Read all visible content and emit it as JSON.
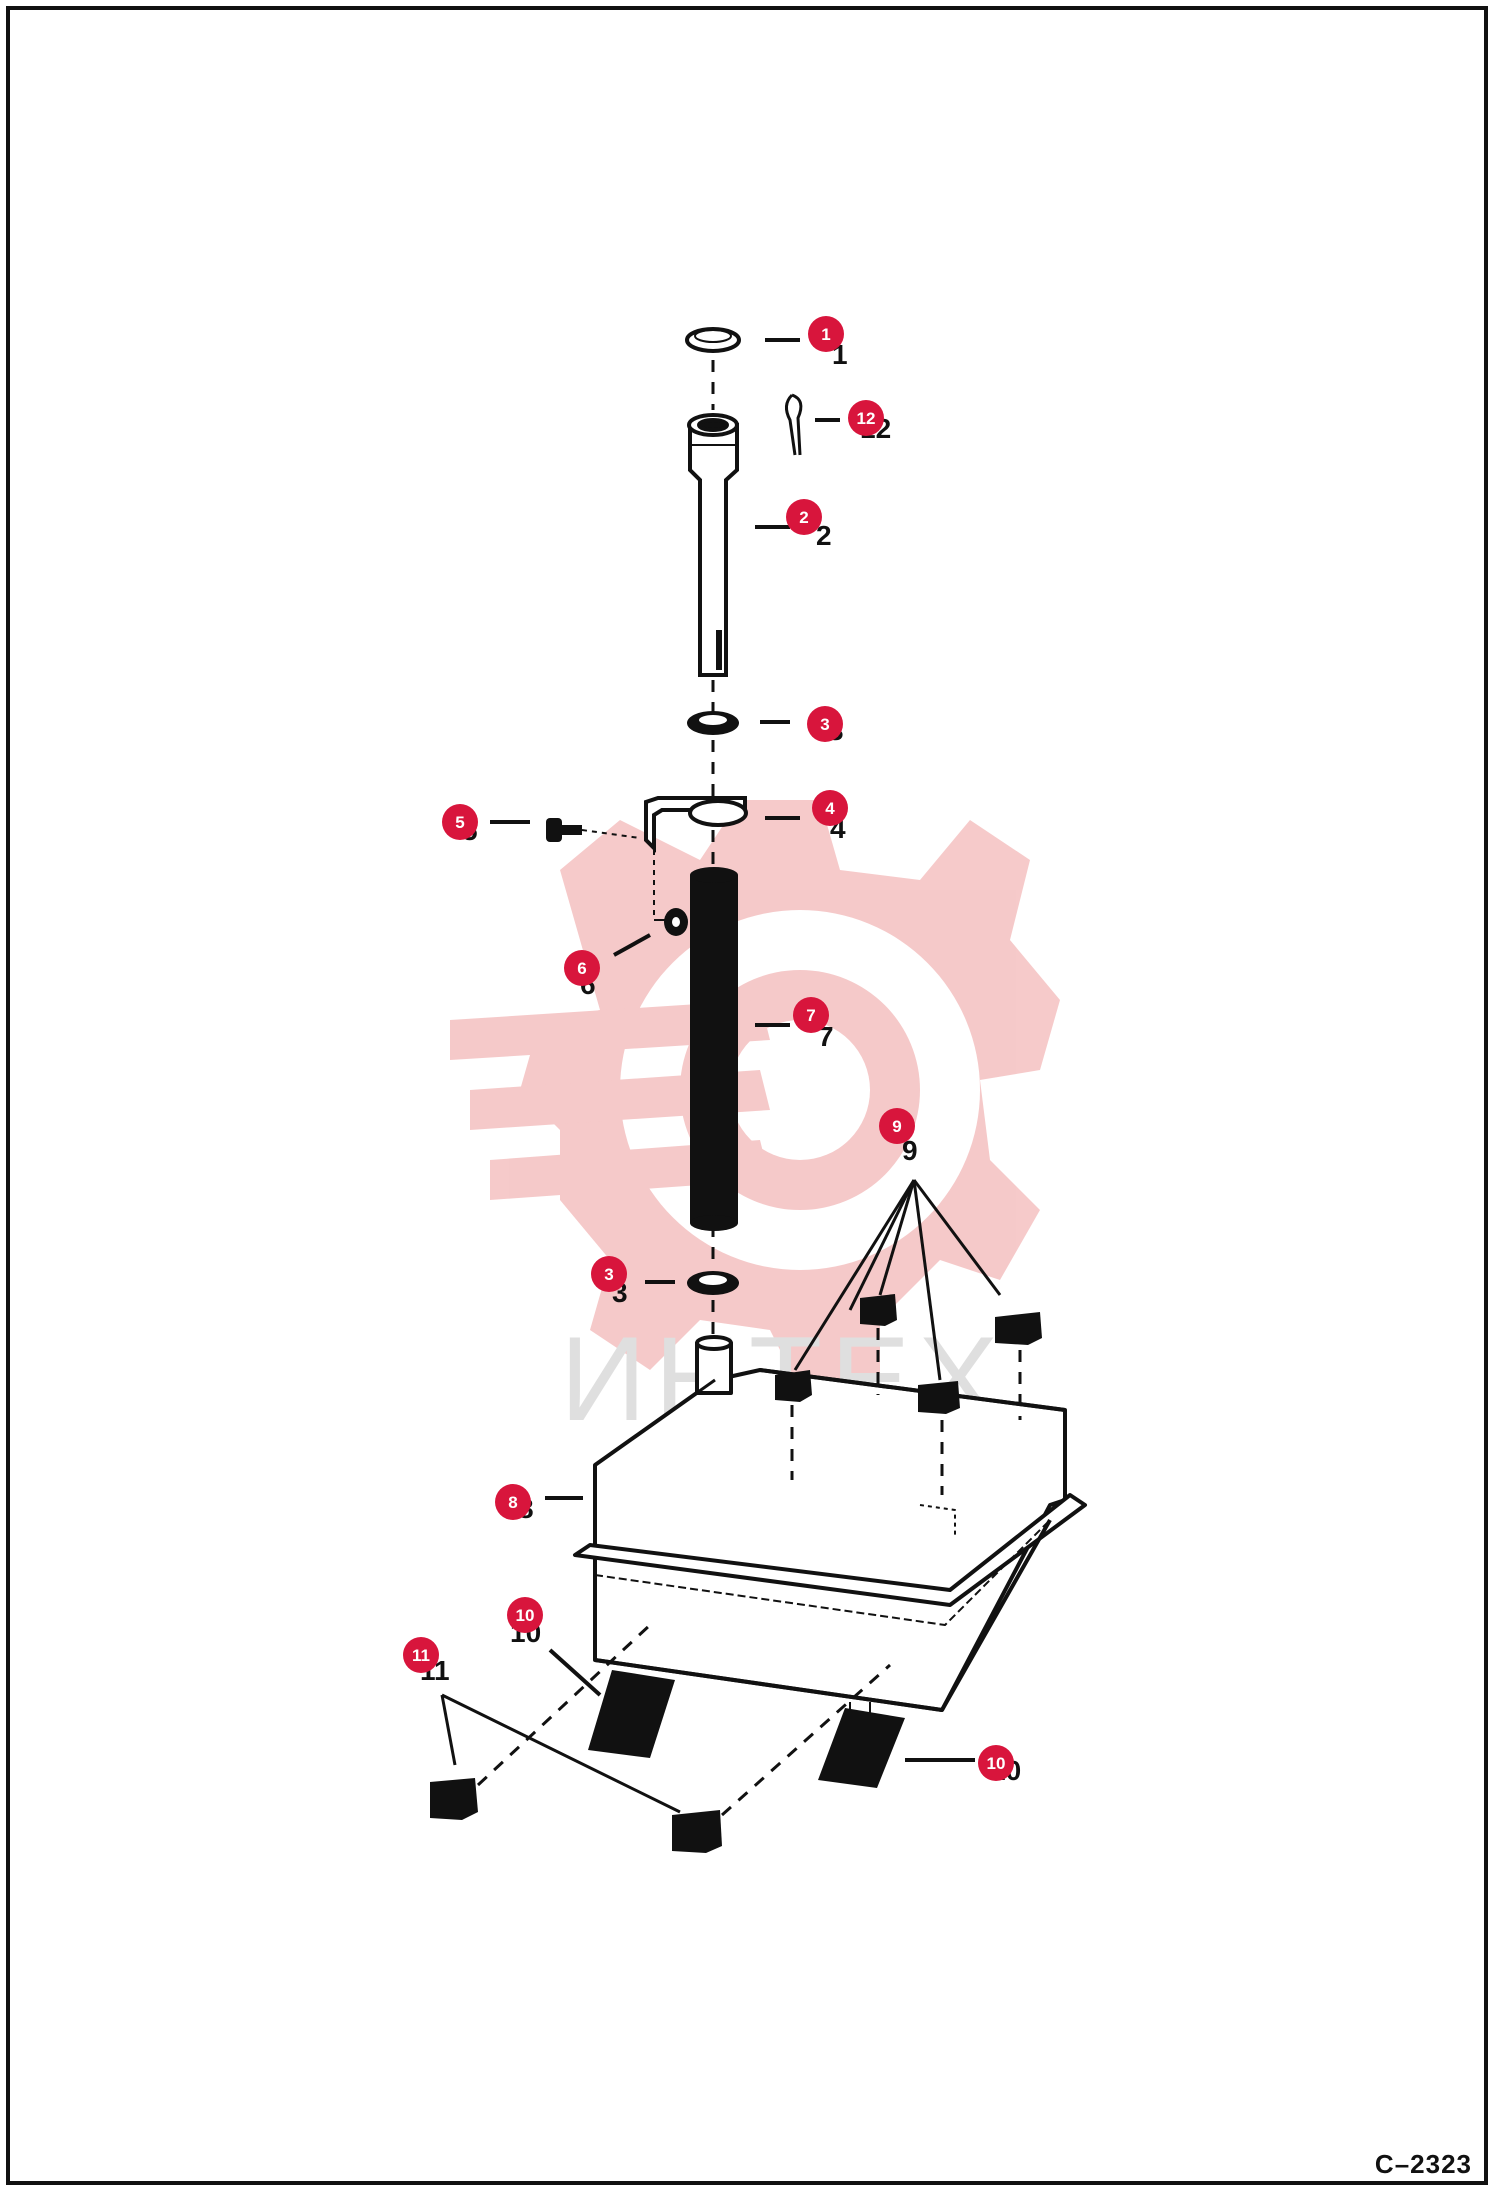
{
  "drawing_code": "C–2323",
  "watermark_text": "ИНТЕХ",
  "colors": {
    "callout_fill": "#d8153c",
    "callout_text": "#ffffff",
    "line": "#111111",
    "watermark_red": "#f3b6b6",
    "watermark_text": "#d9d9d9"
  },
  "callouts": [
    "1",
    "12",
    "2",
    "3",
    "4",
    "5",
    "6",
    "7",
    "9",
    "3",
    "8",
    "10",
    "11",
    "10"
  ],
  "part_labels": [
    "1",
    "12",
    "2",
    "3",
    "4",
    "5",
    "6",
    "7",
    "9",
    "3",
    "8",
    "10",
    "11",
    "10"
  ]
}
